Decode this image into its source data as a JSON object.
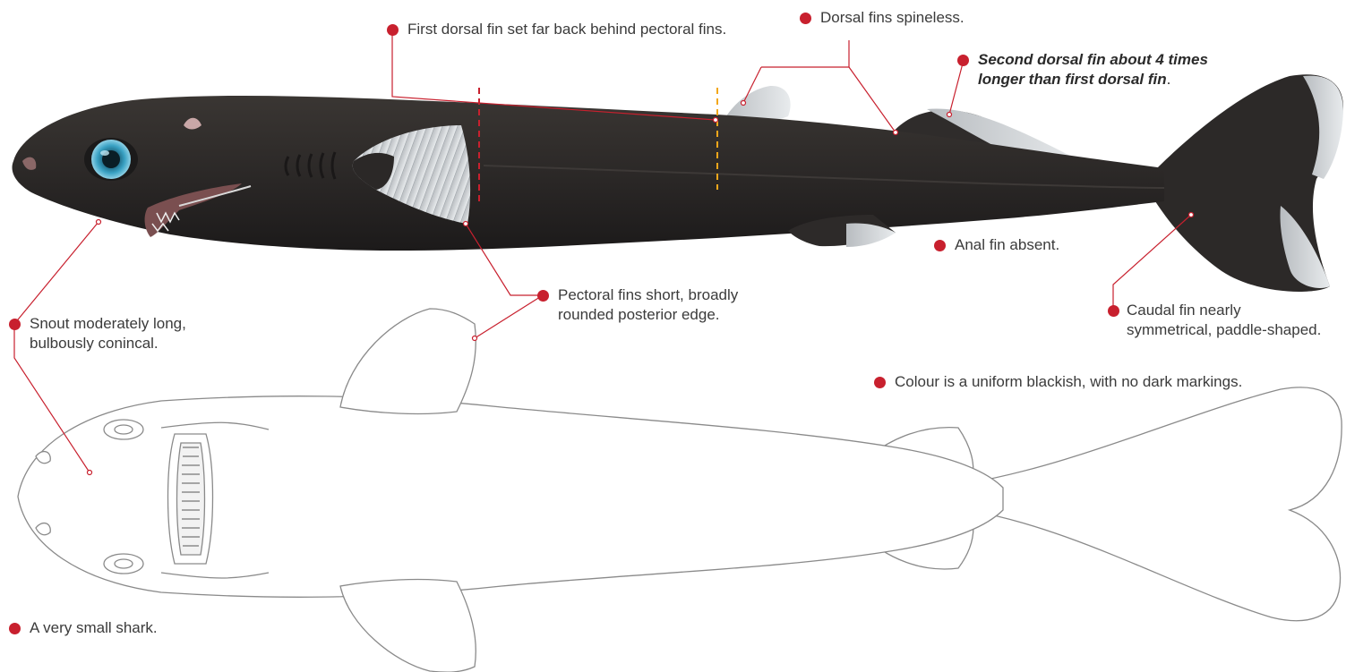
{
  "colors": {
    "accent": "#c8202e",
    "body": "#2b2827",
    "fin": "#d2d6da",
    "eye": "#2f8fb0",
    "outline": "#8a8a8a",
    "dash_red": "#c8202e",
    "dash_yellow": "#f2a71b"
  },
  "annotations": {
    "first_dorsal": "First dorsal fin set far back behind pectoral fins.",
    "dorsal_spineless": "Dorsal fins spineless.",
    "second_dorsal_bold": "Second dorsal fin about 4 times longer than first dorsal fin",
    "second_dorsal_end": ".",
    "anal_absent": "Anal fin absent.",
    "pectoral_1": "Pectoral fins short, broadly",
    "pectoral_2": "rounded posterior edge.",
    "snout_1": "Snout moderately long,",
    "snout_2": "bulbously conincal.",
    "caudal_1": "Caudal fin nearly",
    "caudal_2": "symmetrical, paddle-shaped.",
    "colour": "Colour is a uniform blackish, with no dark markings.",
    "small": "A very small shark."
  }
}
